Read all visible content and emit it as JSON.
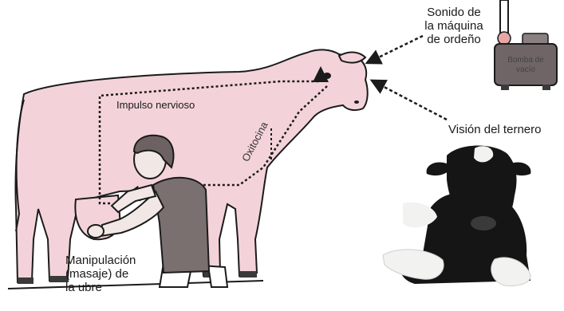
{
  "labels": {
    "milking_sound": "Sonido de\nla máquina\nde ordeño",
    "nerve_impulse": "Impulso nervioso",
    "oxytocin": "Oxitocina",
    "calf_vision": "Visión del ternero",
    "udder_massage": "Manipulación\n(masaje) de\nla ubre",
    "vacuum_pump": "Bomba de\nvacío"
  },
  "colors": {
    "cow_body": "#f3d3d9",
    "outline": "#1b1b1b",
    "pump_body": "#6f6567",
    "shirt": "#7a7070",
    "skin": "#f1e7e5",
    "calf_black": "#151515",
    "calf_white": "#f2f2f0"
  }
}
